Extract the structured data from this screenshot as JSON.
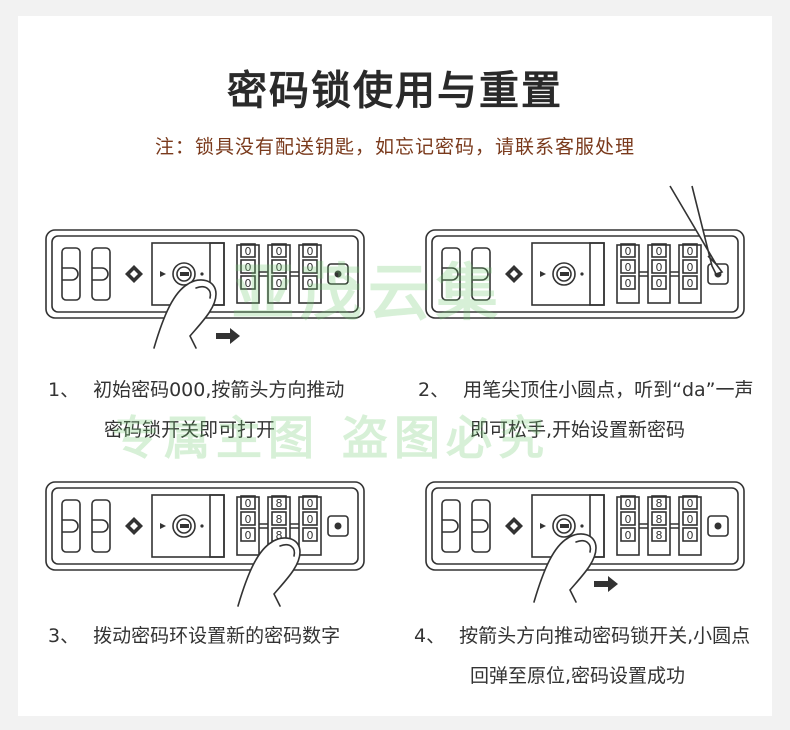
{
  "title": "密码锁使用与重置",
  "note": "注：锁具没有配送钥匙，如忘记密码，请联系客服处理",
  "steps": [
    {
      "num": "1、",
      "line1": "初始密码000,按箭头方向推动",
      "line2": "密码锁开关即可打开"
    },
    {
      "num": "2、",
      "line1": "用笔尖顶住小圆点，听到“da”一声",
      "line2": "即可松手,开始设置新密码"
    },
    {
      "num": "3、",
      "line1": "拨动密码环设置新的密码数字",
      "line2": ""
    },
    {
      "num": "4、",
      "line1": "按箭头方向推动密码锁开关,小圆点",
      "line2": "回弹至原位,密码设置成功"
    }
  ],
  "panels": [
    {
      "digits": [
        "0",
        "0",
        "0",
        "0",
        "0",
        "0",
        "0",
        "0",
        "0"
      ]
    },
    {
      "digits": [
        "0",
        "0",
        "0",
        "0",
        "0",
        "0",
        "0",
        "0",
        "0"
      ]
    },
    {
      "digits": [
        "0",
        "0",
        "0",
        "8",
        "8",
        "8",
        "0",
        "0",
        "0"
      ]
    },
    {
      "digits": [
        "0",
        "0",
        "0",
        "8",
        "8",
        "8",
        "0",
        "0",
        "0"
      ]
    }
  ],
  "watermark": {
    "line1": "亚茂云集",
    "line2": "专属主图  盗图必究"
  },
  "colors": {
    "title": "#2a2a2a",
    "note": "#7a3a1c",
    "stroke": "#333333",
    "watermark": "#6ec86e"
  }
}
